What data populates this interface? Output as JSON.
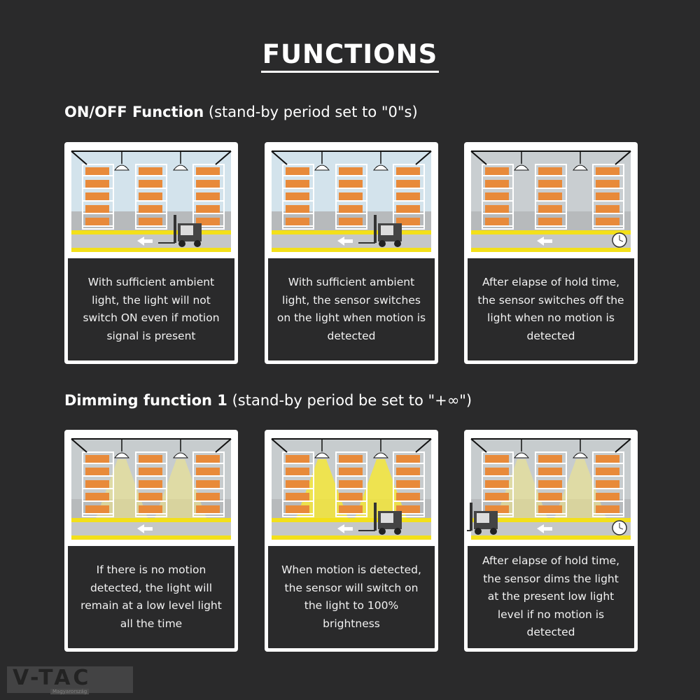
{
  "title": "FUNCTIONS",
  "sections": [
    {
      "bold": "ON/OFF Function",
      "rest": " (stand-by period set to \"0\"s)",
      "cards": [
        {
          "text": "With sufficient ambient light, the light will not switch ON even if motion signal is present"
        },
        {
          "text": "With sufficient ambient light, the sensor switches on the light when motion is detected"
        },
        {
          "text": "After elapse of hold time, the sensor switches off the light when no motion is detected"
        }
      ]
    },
    {
      "bold": "Dimming function 1",
      "rest": " (stand-by period be set to \"+∞\")",
      "cards": [
        {
          "text": "If there is no motion detected, the light will remain at a low level light all the time"
        },
        {
          "text": "When motion is detected, the sensor will switch on the light to 100% brightness"
        },
        {
          "text": "After elapse of hold time, the sensor dims the light at the present low light level if no motion is detected"
        }
      ]
    }
  ],
  "logo": {
    "text": "V-TAC",
    "sub": "Magyarország"
  },
  "colors": {
    "background": "#2a2a2b",
    "yellow": "#f3e01a",
    "box": "#e88a3a"
  }
}
